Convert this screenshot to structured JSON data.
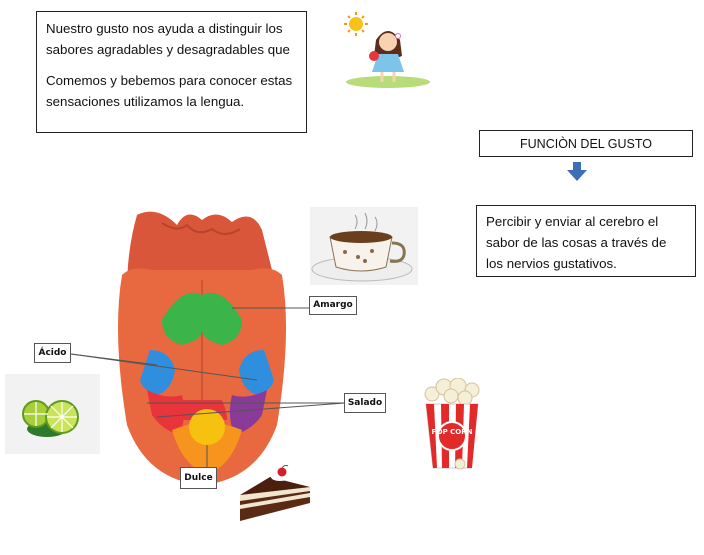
{
  "intro": {
    "line1": "Nuestro gusto nos ayuda a distinguir los sabores agradables y desagradables que",
    "line2": "Comemos y bebemos para conocer estas sensaciones utilizamos  la lengua."
  },
  "function_title": "FUNCIÒN DEL GUSTO",
  "function_desc": "Percibir y enviar al cerebro el sabor de las cosas a través de los nervios gustativos.",
  "tongue_labels": {
    "amargo": "Amargo",
    "acido": "Ácido",
    "salado": "Salado",
    "dulce": "Dulce"
  },
  "popcorn_text": "POP CORN",
  "colors": {
    "tongue": "#e8683f",
    "bitter": "#3bb54a",
    "sour": "#2f8fde",
    "salty": "#e8343a",
    "salty_purple": "#8a3b9a",
    "sweet": "#f7c20f",
    "arrow": "#3d6fb6"
  }
}
